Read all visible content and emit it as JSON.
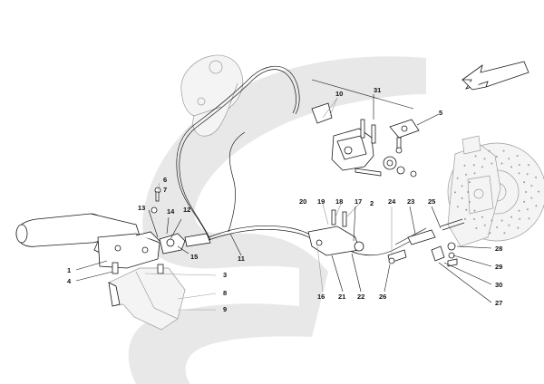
{
  "diagram": {
    "background_color": "#ffffff",
    "band_color": "#e8e8e8",
    "ink_color": "#111111",
    "muted_callout_color": "#9a9a9a",
    "callouts": [
      {
        "id": "1",
        "label": "1",
        "muted": false
      },
      {
        "id": "2",
        "label": "2",
        "muted": false
      },
      {
        "id": "3",
        "label": "3",
        "muted": true
      },
      {
        "id": "4",
        "label": "4",
        "muted": false
      },
      {
        "id": "5",
        "label": "5",
        "muted": false
      },
      {
        "id": "6",
        "label": "6",
        "muted": true
      },
      {
        "id": "7",
        "label": "7",
        "muted": false
      },
      {
        "id": "8",
        "label": "8",
        "muted": true
      },
      {
        "id": "9",
        "label": "9",
        "muted": true
      },
      {
        "id": "10",
        "label": "10",
        "muted": true
      },
      {
        "id": "11",
        "label": "11",
        "muted": false
      },
      {
        "id": "12",
        "label": "12",
        "muted": false
      },
      {
        "id": "13",
        "label": "13",
        "muted": false
      },
      {
        "id": "14",
        "label": "14",
        "muted": false
      },
      {
        "id": "15",
        "label": "15",
        "muted": false
      },
      {
        "id": "16",
        "label": "16",
        "muted": true
      },
      {
        "id": "17",
        "label": "17",
        "muted": true
      },
      {
        "id": "18",
        "label": "18",
        "muted": true
      },
      {
        "id": "19",
        "label": "19",
        "muted": true
      },
      {
        "id": "20",
        "label": "20",
        "muted": false
      },
      {
        "id": "21",
        "label": "21",
        "muted": false
      },
      {
        "id": "22",
        "label": "22",
        "muted": false
      },
      {
        "id": "23",
        "label": "23",
        "muted": false
      },
      {
        "id": "24",
        "label": "24",
        "muted": true
      },
      {
        "id": "25",
        "label": "25",
        "muted": false
      },
      {
        "id": "26",
        "label": "26",
        "muted": false
      },
      {
        "id": "27",
        "label": "27",
        "muted": false
      },
      {
        "id": "28",
        "label": "28",
        "muted": false
      },
      {
        "id": "29",
        "label": "29",
        "muted": false
      },
      {
        "id": "30",
        "label": "30",
        "muted": false
      },
      {
        "id": "31",
        "label": "31",
        "muted": true
      }
    ]
  }
}
